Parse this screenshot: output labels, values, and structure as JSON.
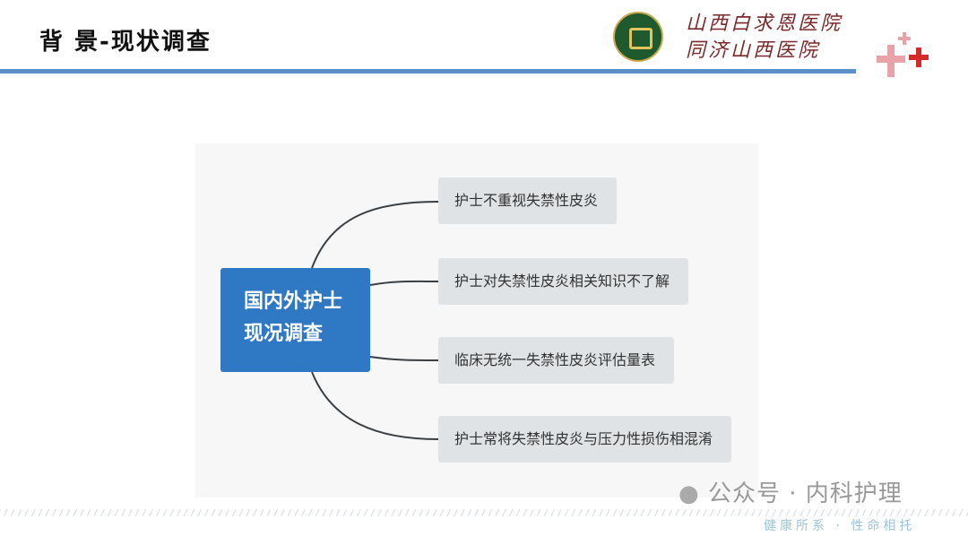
{
  "header": {
    "title": "背  景-现状调查",
    "hospital_line1": "山西白求恩医院",
    "hospital_line2": "同济山西医院",
    "logo_icon": "hospital-seal"
  },
  "mindmap": {
    "center": [
      "国内外护士",
      "现况调查"
    ],
    "branches": [
      "护士不重视失禁性皮炎",
      "护士对失禁性皮炎相关知识不了解",
      "临床无统一失禁性皮炎评估量表",
      "护士常将失禁性皮炎与压力性损伤相混淆"
    ]
  },
  "watermark": {
    "text": "公众号 · 内科护理",
    "slogan": "健康所系 · 性命相托"
  },
  "colors": {
    "accent": "#2e78c4",
    "bar": "#5b8fc9",
    "node": "#dfe3e6"
  }
}
